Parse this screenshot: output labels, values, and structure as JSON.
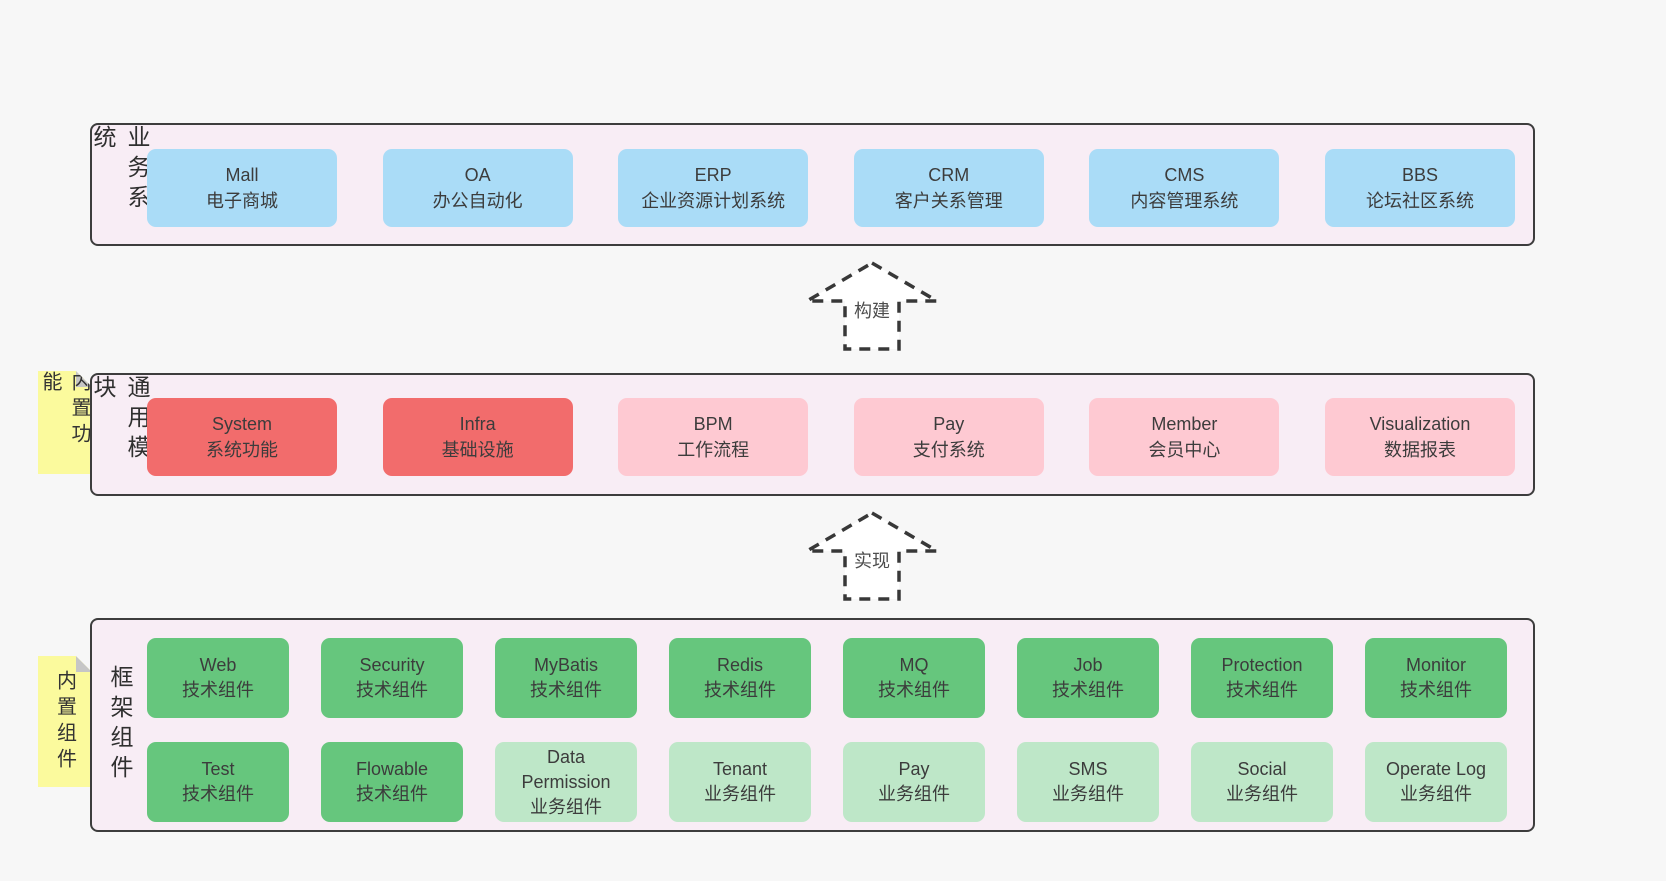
{
  "colors": {
    "page_bg": "#f7f7f7",
    "panel_bg": "#f8edf5",
    "panel_border": "#3d3d3d",
    "blue_box": "#aadcf7",
    "red_box": "#f26c6c",
    "pink_box": "#fec9d2",
    "green_box": "#66c67d",
    "green_light_box": "#bee7c8",
    "note_bg": "#fbfa9d",
    "note_fold": "#c6c6c6",
    "text": "#3c3c3c"
  },
  "arrows": [
    {
      "label": "构建"
    },
    {
      "label": "实现"
    }
  ],
  "sections": {
    "business": {
      "side_label": "业务系统",
      "boxes": [
        {
          "title": "Mall",
          "subtitle": "电子商城"
        },
        {
          "title": "OA",
          "subtitle": "办公自动化"
        },
        {
          "title": "ERP",
          "subtitle": "企业资源计划系统"
        },
        {
          "title": "CRM",
          "subtitle": "客户关系管理"
        },
        {
          "title": "CMS",
          "subtitle": "内容管理系统"
        },
        {
          "title": "BBS",
          "subtitle": "论坛社区系统"
        }
      ]
    },
    "modules": {
      "side_label": "通用模块",
      "note": "内置功能",
      "boxes": [
        {
          "title": "System",
          "subtitle": "系统功能"
        },
        {
          "title": "Infra",
          "subtitle": "基础设施"
        },
        {
          "title": "BPM",
          "subtitle": "工作流程"
        },
        {
          "title": "Pay",
          "subtitle": "支付系统"
        },
        {
          "title": "Member",
          "subtitle": "会员中心"
        },
        {
          "title": "Visualization",
          "subtitle": "数据报表"
        }
      ]
    },
    "components": {
      "side_label": "框架组件",
      "note": "内置组件",
      "row1": [
        {
          "title": "Web",
          "subtitle": "技术组件"
        },
        {
          "title": "Security",
          "subtitle": "技术组件"
        },
        {
          "title": "MyBatis",
          "subtitle": "技术组件"
        },
        {
          "title": "Redis",
          "subtitle": "技术组件"
        },
        {
          "title": "MQ",
          "subtitle": "技术组件"
        },
        {
          "title": "Job",
          "subtitle": "技术组件"
        },
        {
          "title": "Protection",
          "subtitle": "技术组件"
        },
        {
          "title": "Monitor",
          "subtitle": "技术组件"
        }
      ],
      "row2": [
        {
          "title": "Test",
          "subtitle": "技术组件"
        },
        {
          "title": "Flowable",
          "subtitle": "技术组件"
        },
        {
          "title": "Data Permission",
          "subtitle": "业务组件"
        },
        {
          "title": "Tenant",
          "subtitle": "业务组件"
        },
        {
          "title": "Pay",
          "subtitle": "业务组件"
        },
        {
          "title": "SMS",
          "subtitle": "业务组件"
        },
        {
          "title": "Social",
          "subtitle": "业务组件"
        },
        {
          "title": "Operate Log",
          "subtitle": "业务组件"
        }
      ]
    }
  }
}
